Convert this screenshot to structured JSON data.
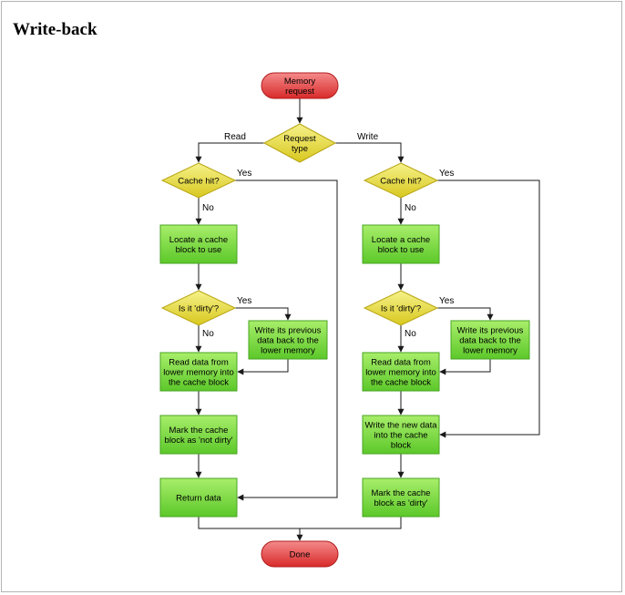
{
  "page": {
    "title": "Write-back"
  },
  "colors": {
    "terminal_top": "#f58a8a",
    "terminal_bottom": "#d92a2a",
    "terminal_stroke": "#b21e1e",
    "decision_top": "#f6f28a",
    "decision_bottom": "#d8c81e",
    "decision_stroke": "#b8a512",
    "process_top": "#a8ee6a",
    "process_bottom": "#5cc82a",
    "process_stroke": "#4aa523",
    "edge": "#1a1a1a"
  },
  "diagram": {
    "start": "Memory\nrequest",
    "request_type": "Request\ntype",
    "done": "Done",
    "branch_read": "Read",
    "branch_write": "Write",
    "yes": "Yes",
    "no": "No",
    "read_path": {
      "cache_hit": "Cache hit?",
      "locate": "Locate a cache\nblock to use",
      "dirty": "Is it 'dirty'?",
      "write_previous": "Write its previous\ndata back to the\nlower memory",
      "read_data": "Read data from\nlower memory into\nthe cache block",
      "mark": "Mark the cache\nblock as 'not dirty'",
      "return": "Return data"
    },
    "write_path": {
      "cache_hit": "Cache hit?",
      "locate": "Locate a cache\nblock to use",
      "dirty": "Is it 'dirty'?",
      "write_previous": "Write its previous\ndata back to the\nlower memory",
      "read_data": "Read data from\nlower memory into\nthe cache block",
      "write_new": "Write the new data\ninto the cache\nblock",
      "mark": "Mark the cache\nblock as 'dirty'"
    }
  }
}
